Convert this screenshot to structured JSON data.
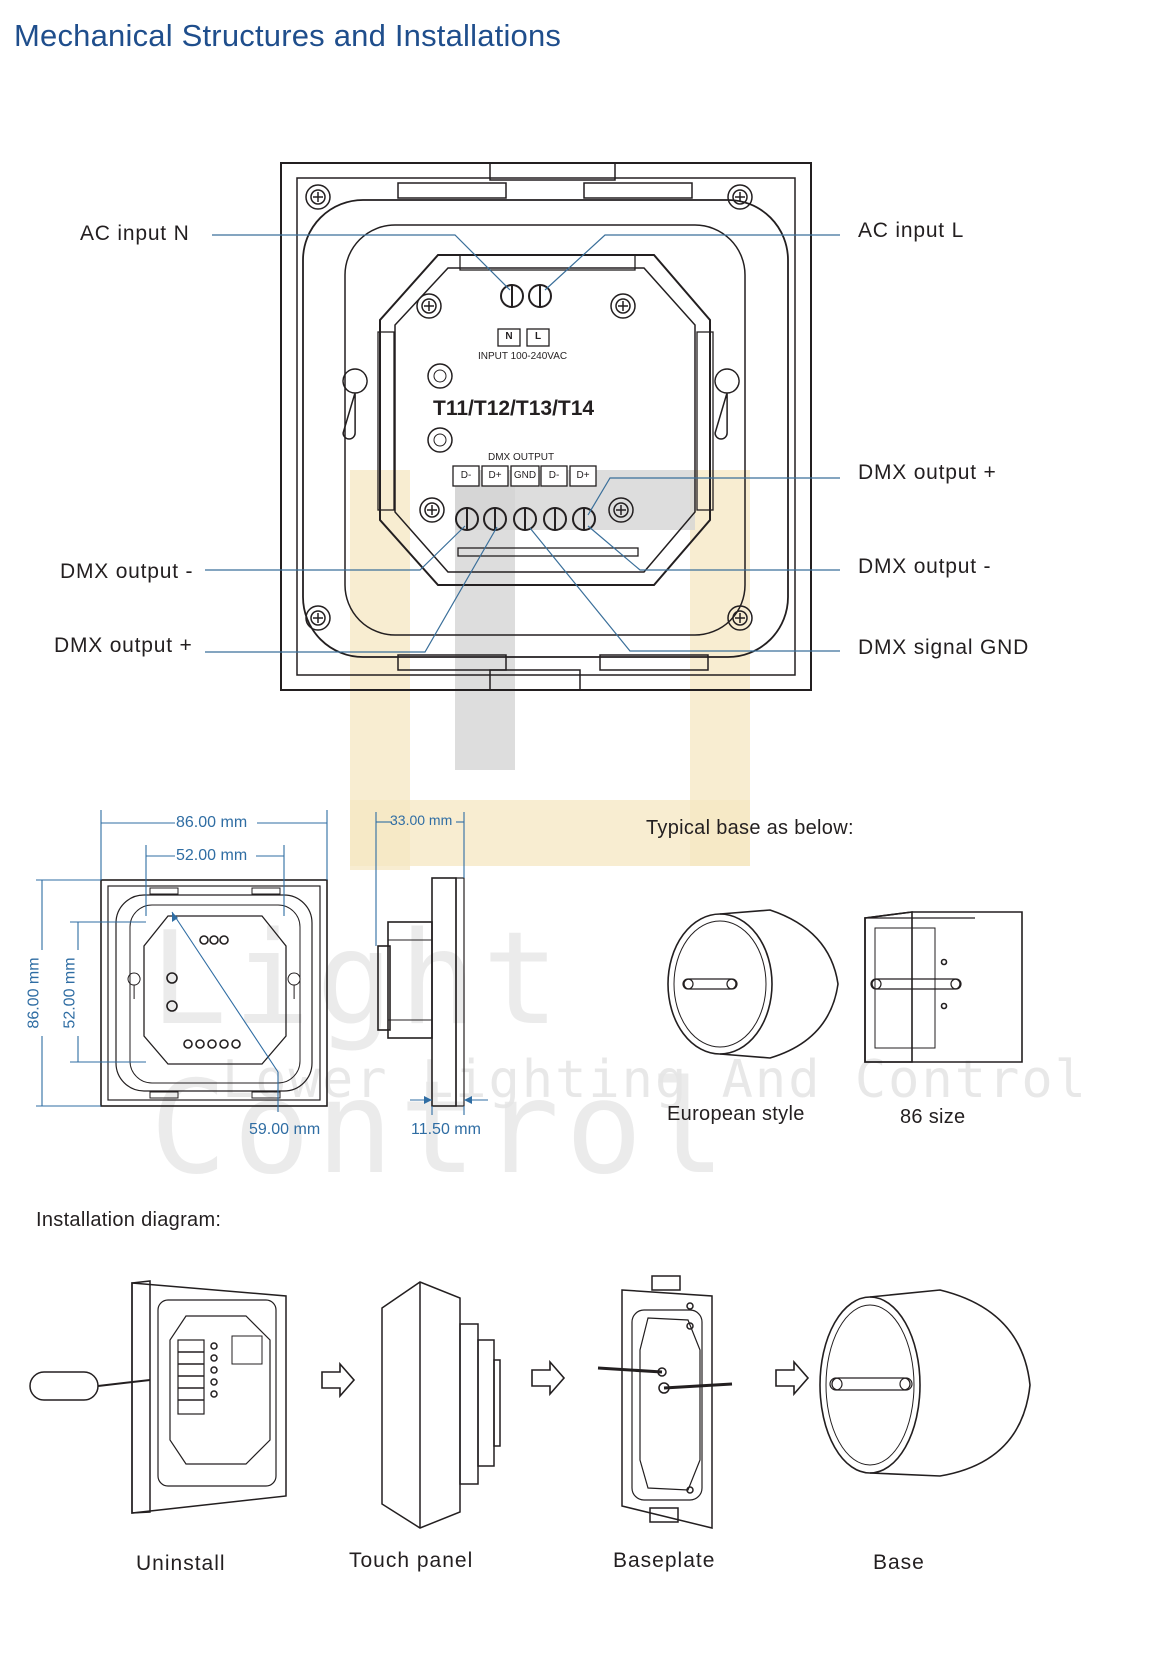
{
  "heading": "Mechanical Structures and Installations",
  "wiring": {
    "ac_input_n": "AC input N",
    "ac_input_l": "AC input  L",
    "dmx_output_plus_right": "DMX output +",
    "dmx_output_minus_right": "DMX output -",
    "dmx_signal_gnd": "DMX signal GND",
    "dmx_output_minus_left": "DMX output -",
    "dmx_output_plus_left": "DMX output +",
    "terminal_n": "N",
    "terminal_l": "L",
    "input_rating": "INPUT  100-240VAC",
    "model": "T11/T12/T13/T14",
    "dmx_block_label": "DMX OUTPUT",
    "dmx_terminals": [
      "D-",
      "D+",
      "GND",
      "D-",
      "D+"
    ]
  },
  "dimensions": {
    "width_outer": "86.00 mm",
    "width_inner": "52.00 mm",
    "height_outer": "86.00 mm",
    "height_inner": "52.00 mm",
    "diagonal": "59.00 mm",
    "depth_total": "33.00 mm",
    "depth_panel": "11.50 mm"
  },
  "bases": {
    "heading": "Typical base as below:",
    "european": "European style",
    "size86": "86 size"
  },
  "watermark": {
    "line1": "Light Control",
    "line2": "Lower Lighting And Control"
  },
  "installation": {
    "heading": "Installation diagram:",
    "steps": [
      "Uninstall",
      "Touch panel",
      "Baseplate",
      "Base"
    ]
  },
  "colors": {
    "heading": "#1f4e8c",
    "dimension": "#2f6da3",
    "callout_line": "#3a6f9a",
    "drawing": "#231f20",
    "watermark_gold": "#f6e7c1",
    "watermark_gray": "#d5d5d5"
  }
}
